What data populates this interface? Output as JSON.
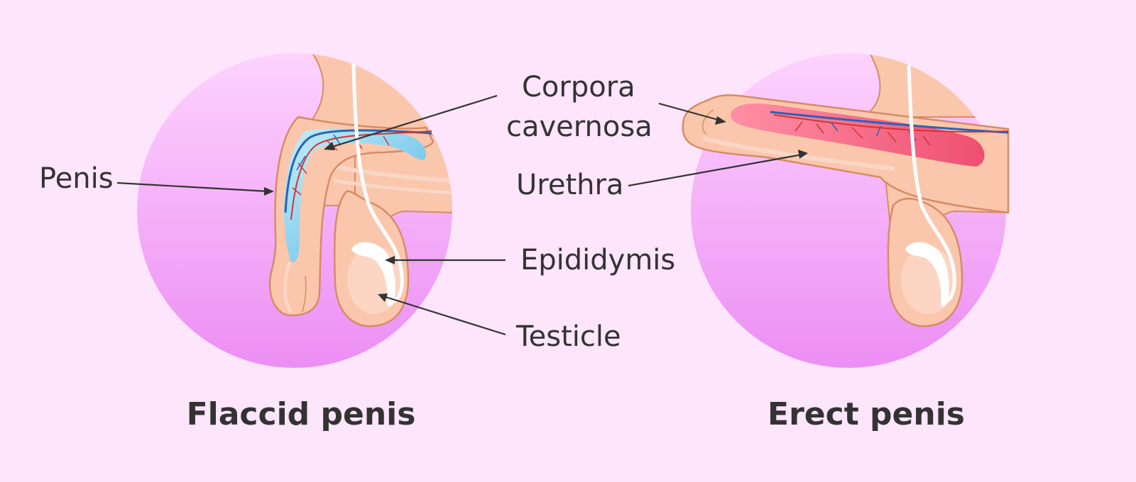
{
  "labels": {
    "corpora_line1": "Corpora",
    "corpora_line2": "cavernosa",
    "penis": "Penis",
    "urethra": "Urethra",
    "epididymis": "Epididymis",
    "testicle": "Testicle"
  },
  "panels": {
    "flaccid_title": "Flaccid penis",
    "erect_title": "Erect penis"
  },
  "colors": {
    "background": "#fde5fb",
    "circle_top": "#fdd3fd",
    "circle_bottom": "#ec8ef4",
    "skin": "#fbc7ac",
    "outline": "#d58c66",
    "vein_blue": "#2a63b8",
    "artery_red": "#d5332f",
    "flaccid_tissue": "#8ed8ee",
    "erect_tissue": "#f4637f",
    "text": "#333333"
  }
}
